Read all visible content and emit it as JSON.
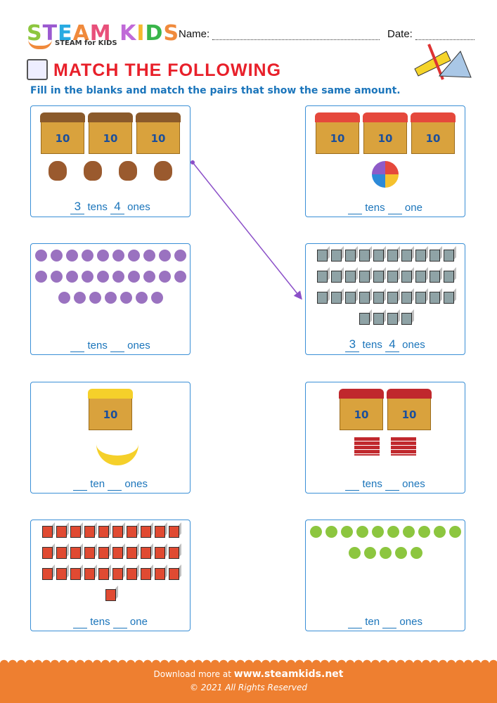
{
  "header": {
    "logo": "STEAM KIDS",
    "logo_tagline": "STEAM for KIDS",
    "name_label": "Name:",
    "date_label": "Date:"
  },
  "title": "MATCH THE FOLLOWING",
  "instruction": "Fill in the blanks and match the pairs that show the same amount.",
  "box_label": "10",
  "colors": {
    "accent": "#e8202a",
    "blue": "#1b75bb",
    "arrow": "#8b4fc8",
    "footer": "#ee7f30"
  },
  "cards": [
    {
      "id": "teddy",
      "tens": "3",
      "tens_word": "tens",
      "ones": "4",
      "ones_word": "ones",
      "boxes": 3,
      "loose": 4
    },
    {
      "id": "balls",
      "tens": "__",
      "tens_word": "tens",
      "ones": "__",
      "ones_word": "one",
      "boxes": 3,
      "loose": 1
    },
    {
      "id": "purple-dots",
      "tens": "__",
      "tens_word": "tens",
      "ones": "__",
      "ones_word": "ones",
      "rows": [
        10,
        10,
        7
      ]
    },
    {
      "id": "grey-cubes",
      "tens": "3",
      "tens_word": "tens",
      "ones": "4",
      "ones_word": "ones",
      "rows": [
        10,
        10,
        10,
        4
      ]
    },
    {
      "id": "bananas",
      "tens": "__",
      "tens_word": "ten",
      "ones": "__",
      "ones_word": "ones",
      "boxes": 1,
      "loose": 1
    },
    {
      "id": "books",
      "tens": "__",
      "tens_word": "tens",
      "ones": "__",
      "ones_word": "ones",
      "boxes": 2,
      "loose": 2
    },
    {
      "id": "red-cubes",
      "tens": "__",
      "tens_word": "tens",
      "ones": "__",
      "ones_word": "one",
      "rows": [
        10,
        10,
        10,
        1
      ]
    },
    {
      "id": "green-dots",
      "tens": "__",
      "tens_word": "ten",
      "ones": "__",
      "ones_word": "ones",
      "rows": [
        10,
        5
      ]
    }
  ],
  "footer": {
    "download": "Download more at",
    "site": "www.steamkids.net",
    "copyright": "© 2021 All Rights Reserved"
  }
}
